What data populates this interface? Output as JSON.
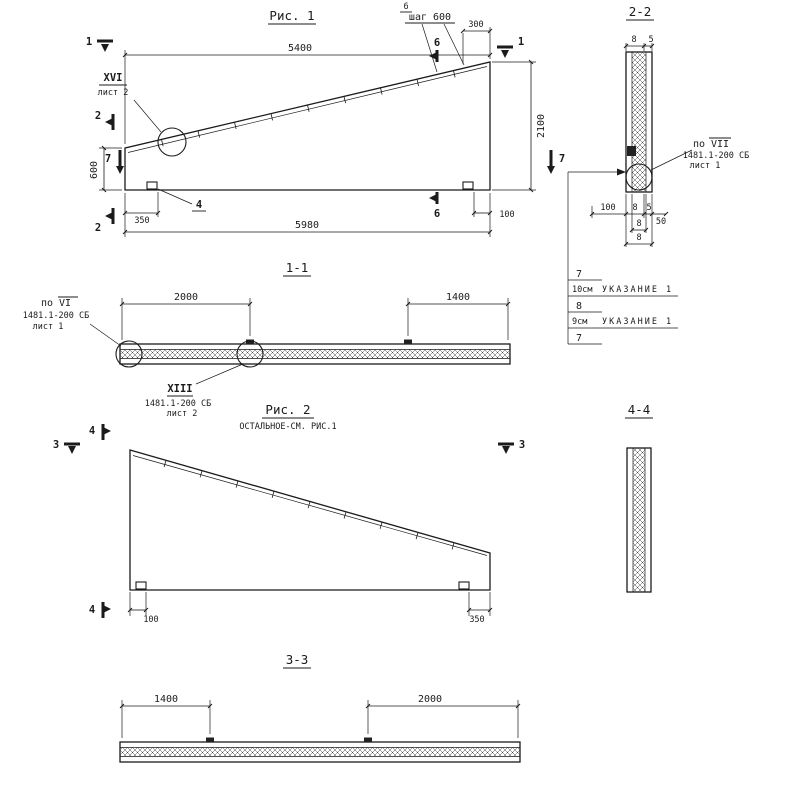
{
  "colors": {
    "ink": "#1b1b1b",
    "background": "#ffffff"
  },
  "drawing": {
    "fig1": {
      "title": "Рис. 1",
      "item6": "6",
      "step": "шаг 600",
      "dim300": "300",
      "dim5400": "5400",
      "dim2100": "2100",
      "dim600": "600",
      "dim5980": "5980",
      "dim350": "350",
      "dim100": "100",
      "sec1": "1",
      "sec2": "2",
      "sec6": "6",
      "sec7": "7",
      "detail": "XVI",
      "detail_sheet": "лист 2",
      "ref4": "4"
    },
    "sec22": {
      "title": "2-2",
      "d8": "8",
      "d5": "5",
      "d100": "100",
      "d50": "50",
      "node_ref": "по VII",
      "node_doc": "1481.1-200 СБ",
      "node_sheet": "лист 1"
    },
    "stack": {
      "r1": "7",
      "r2": "10см",
      "r2b": "УКАЗАНИЕ 1",
      "r3": "8",
      "r4": "9см",
      "r4b": "УКАЗАНИЕ 1",
      "r5": "7"
    },
    "sec11": {
      "title": "1-1",
      "d2000": "2000",
      "d1400": "1400",
      "node_ref": "по VI",
      "node_doc": "1481.1-200 СБ",
      "node_sheet": "лист 1",
      "detail": "XIII",
      "detail_doc": "1481.1-200 СБ",
      "detail_sheet": "лист 2"
    },
    "fig2": {
      "title": "Рис. 2",
      "subtitle": "ОСТАЛЬНОЕ-СМ. РИС.1",
      "dim100": "100",
      "dim350": "350",
      "sec3": "3",
      "sec4": "4"
    },
    "sec44": {
      "title": "4-4"
    },
    "sec33": {
      "title": "3-3",
      "d1400": "1400",
      "d2000": "2000"
    }
  }
}
